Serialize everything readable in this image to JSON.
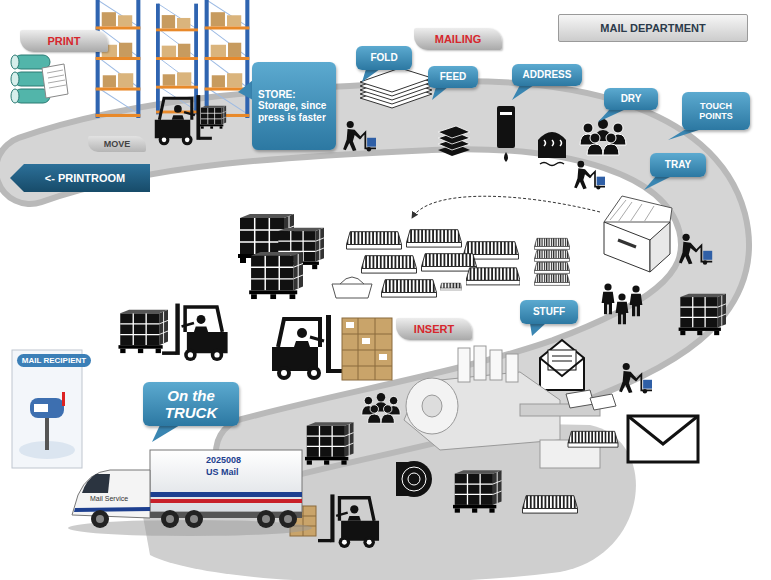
{
  "diagram": {
    "nodes": [
      {
        "text": [
          "PRINT"
        ]
      },
      {
        "text": [
          "MOVE"
        ]
      },
      {
        "text": [
          "STORE: Storage, since press is faster"
        ]
      },
      {
        "text": [
          "MAILING"
        ]
      },
      {
        "text": [
          "MAIL DEPARTMENT"
        ]
      },
      {
        "text": [
          "FOLD"
        ]
      },
      {
        "text": [
          "FEED"
        ]
      },
      {
        "text": [
          "ADDRESS"
        ]
      },
      {
        "text": [
          "DRY"
        ]
      },
      {
        "text": [
          "TOUCH POINTS"
        ]
      },
      {
        "text": [
          "<- PRINTROOM"
        ]
      },
      {
        "text": [
          "TRAY"
        ]
      },
      {
        "text": [
          "STUFF"
        ]
      },
      {
        "text": [
          "INSERT"
        ]
      },
      {
        "text": [
          "MAIL RECIPIENT"
        ]
      },
      {
        "text": [
          "On the TRUCK"
        ]
      }
    ],
    "labels": [
      "2025008",
      "US Mail",
      "Mail Service"
    ]
  }
}
